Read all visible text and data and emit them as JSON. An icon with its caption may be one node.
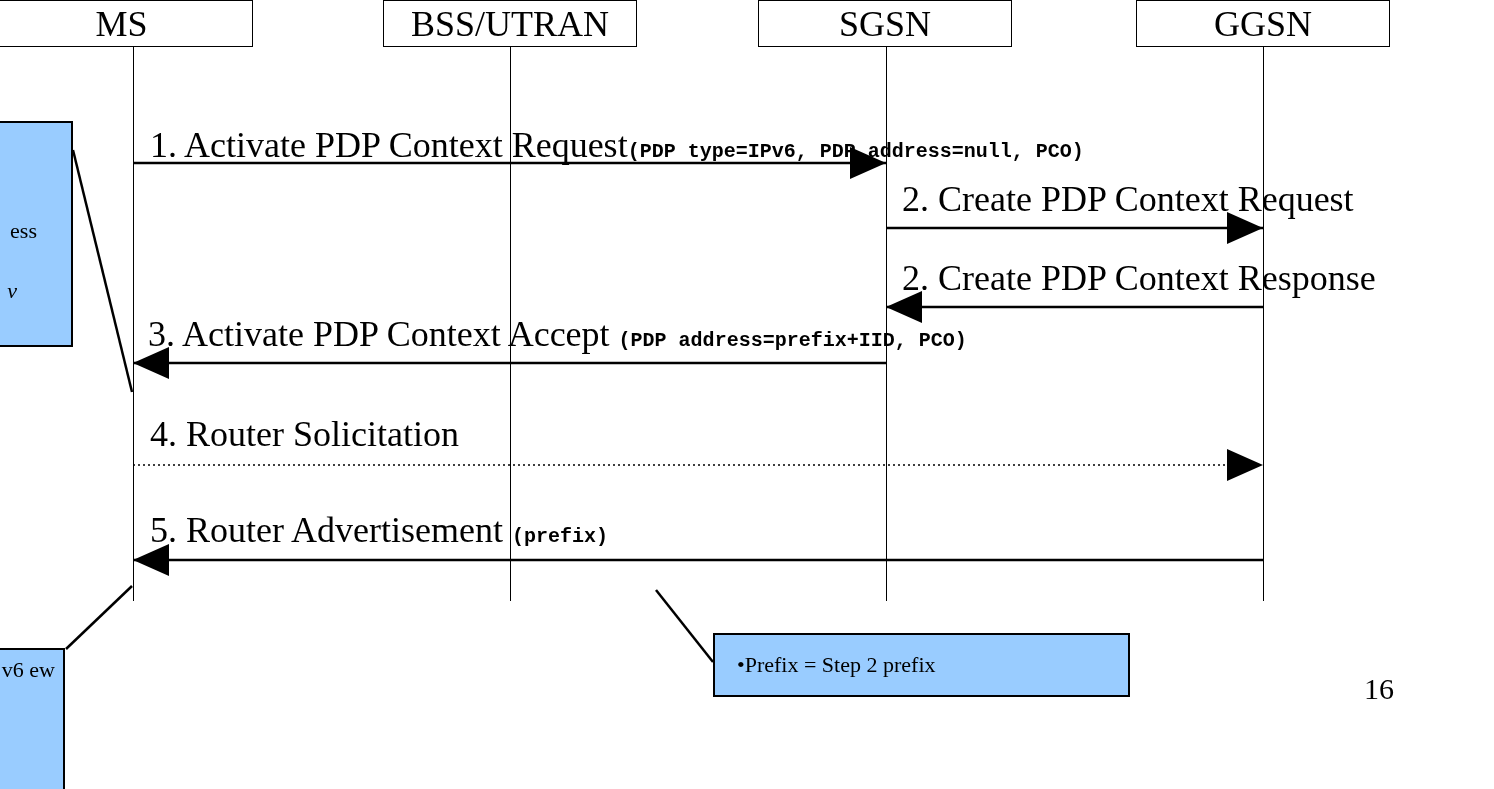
{
  "diagram": {
    "nodes": [
      {
        "text": [
          "MS"
        ]
      },
      {
        "text": [
          "BSS/UTRAN"
        ]
      },
      {
        "text": [
          "SGSN"
        ]
      },
      {
        "text": [
          "GGSN"
        ]
      },
      {
        "text": [
          "ess",
          "v"
        ]
      },
      {
        "text": [
          "v6 ew"
        ]
      },
      {
        "text": [
          "•Prefix = Step 2 prefix"
        ]
      }
    ],
    "edges": [
      {
        "from": 0,
        "to": 2,
        "arrow": "to",
        "label": "1. Activate PDP Context Request**(PDP type=IPv6, PDP address=null, PCO)**"
      },
      {
        "from": 2,
        "to": 3,
        "arrow": "to",
        "label": "2. Create PDP Context Request"
      },
      {
        "from": 3,
        "to": 2,
        "arrow": "to",
        "label": "2. Create PDP Context Response"
      },
      {
        "from": 2,
        "to": 0,
        "arrow": "to",
        "label": "3. Activate PDP Context Accept **(PDP address=prefix+IID, PCO)**"
      },
      {
        "from": 0,
        "to": 3,
        "arrow": "to",
        "label": "4. Router Solicitation",
        "style": "dashed"
      },
      {
        "from": 3,
        "to": 0,
        "arrow": "to",
        "label": "5. Router Advertisement **(prefix)**"
      },
      {
        "from": 4,
        "to": 0,
        "arrow": "none"
      },
      {
        "from": 5,
        "to": 0,
        "arrow": "none"
      },
      {
        "from": 6,
        "to": null,
        "arrow": "none"
      }
    ],
    "labels": [
      "16"
    ]
  }
}
